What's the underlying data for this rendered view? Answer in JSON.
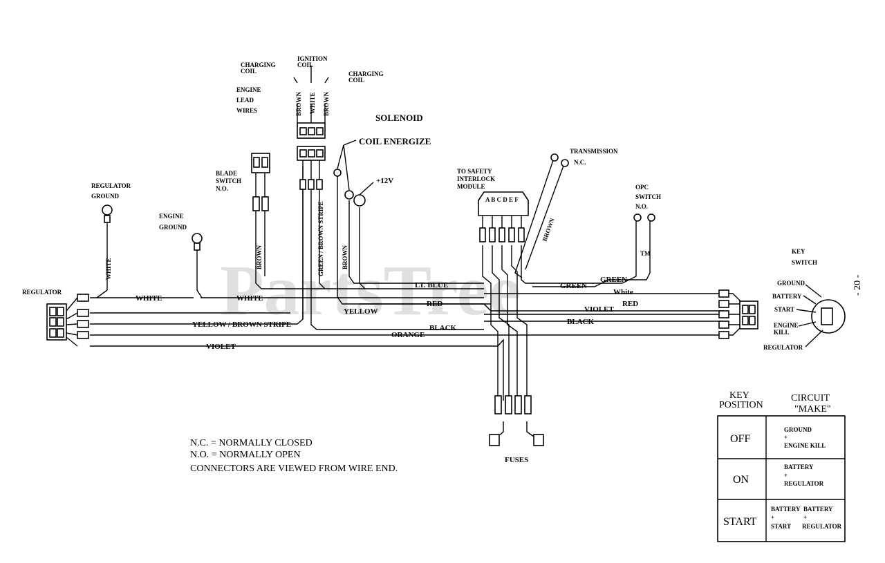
{
  "watermark": "PartsTree",
  "watermark_mark": "TM",
  "page_number": "- 20 -",
  "labels": {
    "charging_coil_left": [
      "CHARGING",
      "COIL"
    ],
    "ignition_coil": [
      "IGNITION",
      "COIL"
    ],
    "charging_coil_right": [
      "CHARGING",
      "COIL"
    ],
    "engine_lead_wires": [
      "ENGINE",
      "LEAD",
      "WIRES"
    ],
    "solenoid": "SOLENOID",
    "coil_energize": "COIL ENERGIZE",
    "plus_12v": "+12V",
    "blade_switch": [
      "BLADE",
      "SWITCH",
      "N.O."
    ],
    "regulator_ground": [
      "REGULATOR",
      "GROUND"
    ],
    "engine_ground": [
      "ENGINE",
      "GROUND"
    ],
    "regulator": "REGULATOR",
    "safety_interlock": [
      "TO SAFETY",
      "INTERLOCK",
      "MODULE"
    ],
    "interlock_pins": "A B C D E F",
    "transmission": [
      "TRANSMISSION",
      "N.C."
    ],
    "opc_switch": [
      "OPC",
      "SWITCH",
      "N.O."
    ],
    "key_switch": [
      "KEY",
      "SWITCH"
    ],
    "fuses": "FUSES",
    "ks_ground": "GROUND",
    "ks_battery": "BATTERY",
    "ks_start": "START",
    "ks_engine_kill": [
      "ENGINE",
      "KILL"
    ],
    "ks_regulator": "REGULATOR"
  },
  "wires": {
    "brown": "BROWN",
    "white": "WHITE",
    "white_lower": "White",
    "green_brown_stripe": "GREEN / BROWN STRIPE",
    "lt_blue": "LT. BLUE",
    "green": "GREEN",
    "red": "RED",
    "yellow": "YELLOW",
    "violet": "VIOLET",
    "black": "BLACK",
    "orange": "ORANGE",
    "yellow_brown_stripe": "YELLOW / BROWN STRIPE"
  },
  "notes": [
    "N.C. = NORMALLY CLOSED",
    "N.O. = NORMALLY OPEN",
    "CONNECTORS ARE VIEWED FROM WIRE END."
  ],
  "key_table": {
    "header_left": [
      "KEY",
      "POSITION"
    ],
    "header_right": [
      "CIRCUIT",
      "\"MAKE\""
    ],
    "rows": [
      {
        "position": "OFF",
        "make": [
          "GROUND",
          "+",
          "ENGINE KILL"
        ]
      },
      {
        "position": "ON",
        "make": [
          "BATTERY",
          "+",
          "REGULATOR"
        ]
      },
      {
        "position": "START",
        "make_left": [
          "BATTERY",
          "+",
          "START"
        ],
        "make_right": [
          "BATTERY",
          "+",
          "REGULATOR"
        ]
      }
    ]
  }
}
